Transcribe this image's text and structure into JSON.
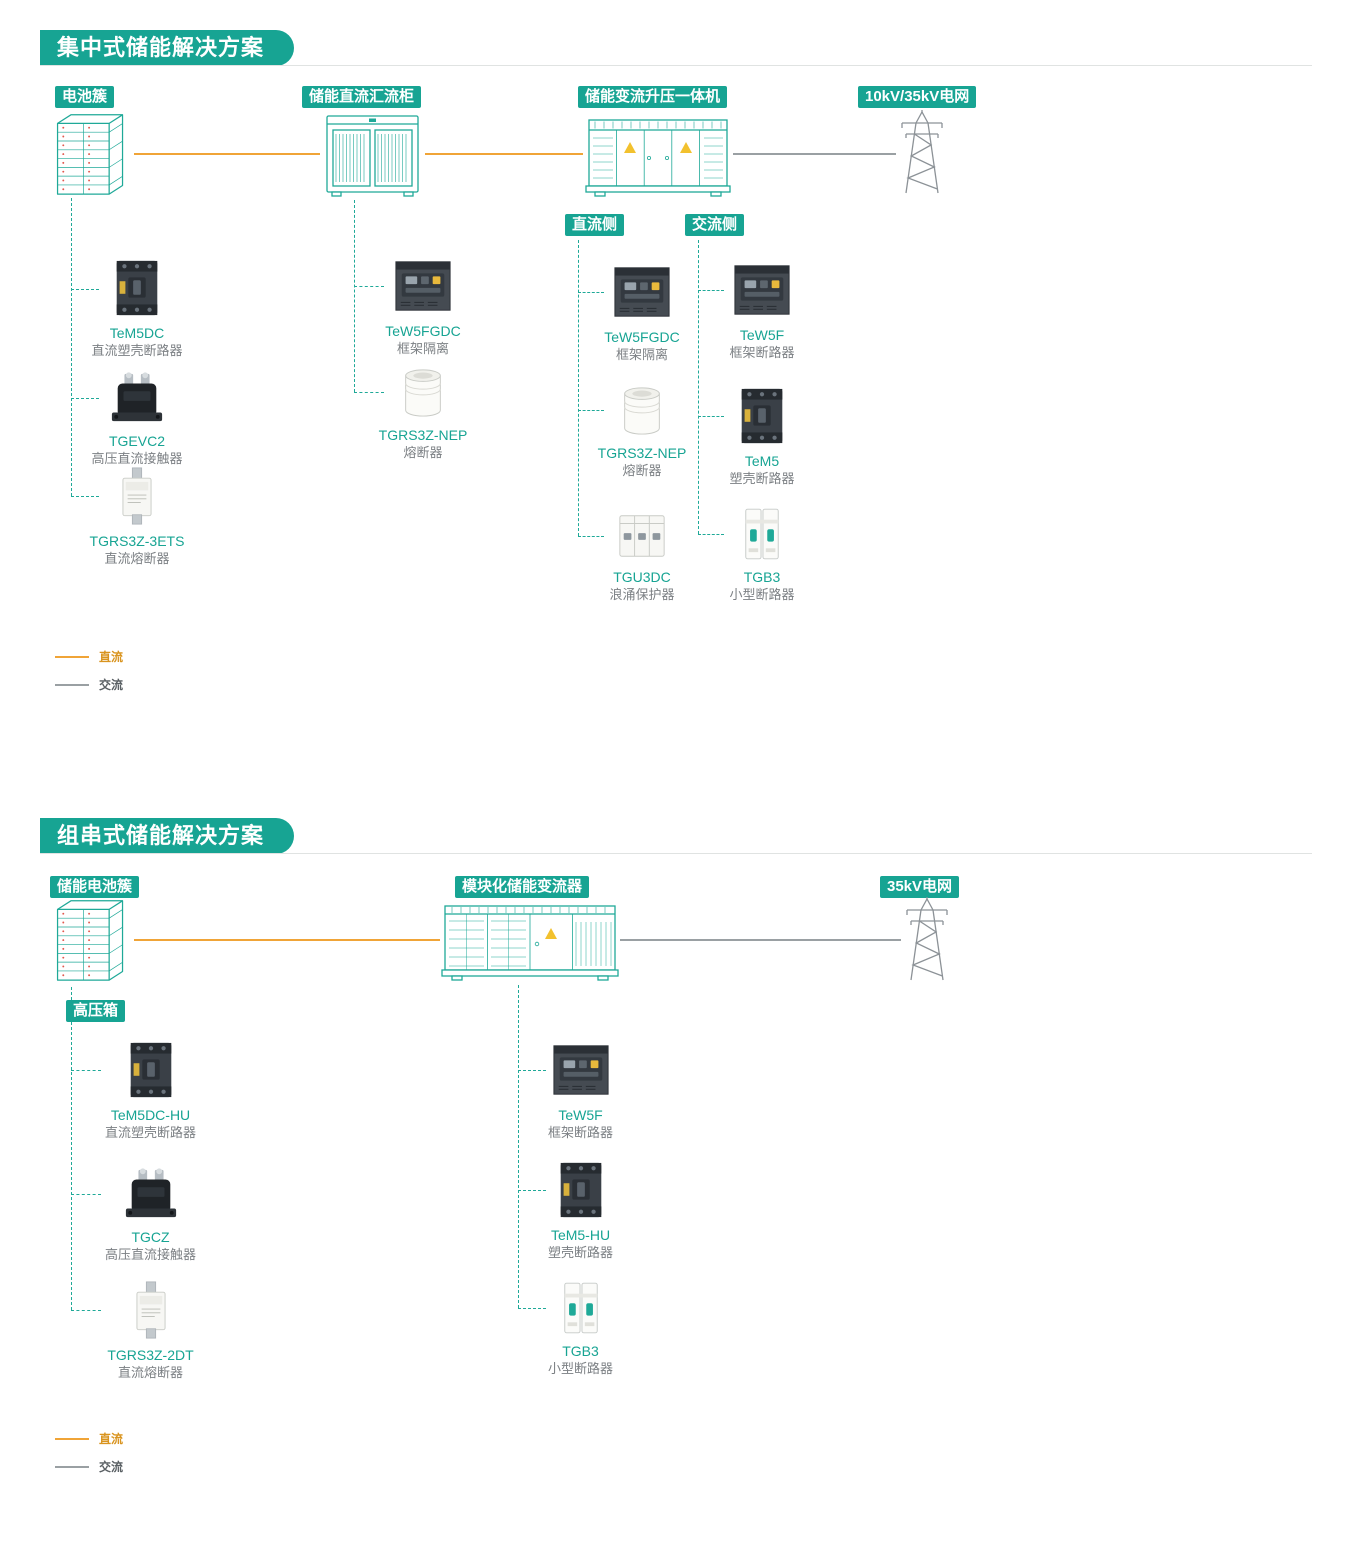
{
  "colors": {
    "teal": "#17a493",
    "orange": "#f0a437",
    "gray_line": "#9aa0a3",
    "warning_yellow": "#f2c12e"
  },
  "legend": {
    "dc": "直流",
    "ac": "交流"
  },
  "s1": {
    "title": "集中式储能解决方案",
    "node_battery": "电池簇",
    "node_combiner": "储能直流汇流柜",
    "node_pcs": "储能变流升压一体机",
    "node_grid": "10kV/35kV电网",
    "branch_dc": "直流侧",
    "branch_ac": "交流侧",
    "battery_products": [
      {
        "name": "TeM5DC",
        "desc": "直流塑壳断路器"
      },
      {
        "name": "TGEVC2",
        "desc": "高压直流接触器"
      },
      {
        "name": "TGRS3Z-3ETS",
        "desc": "直流熔断器"
      }
    ],
    "combiner_products": [
      {
        "name": "TeW5FGDC",
        "desc": "框架隔离"
      },
      {
        "name": "TGRS3Z-NEP",
        "desc": "熔断器"
      }
    ],
    "dc_side_products": [
      {
        "name": "TeW5FGDC",
        "desc": "框架隔离"
      },
      {
        "name": "TGRS3Z-NEP",
        "desc": "熔断器"
      },
      {
        "name": "TGU3DC",
        "desc": "浪涌保护器"
      }
    ],
    "ac_side_products": [
      {
        "name": "TeW5F",
        "desc": "框架断路器"
      },
      {
        "name": "TeM5",
        "desc": "塑壳断路器"
      },
      {
        "name": "TGB3",
        "desc": "小型断路器"
      }
    ]
  },
  "s2": {
    "title": "组串式储能解决方案",
    "node_battery": "储能电池簇",
    "node_pcs": "模块化储能变流器",
    "node_grid": "35kV电网",
    "hv_box": "高压箱",
    "battery_products": [
      {
        "name": "TeM5DC-HU",
        "desc": "直流塑壳断路器"
      },
      {
        "name": "TGCZ",
        "desc": "高压直流接触器"
      },
      {
        "name": "TGRS3Z-2DT",
        "desc": "直流熔断器"
      }
    ],
    "pcs_products": [
      {
        "name": "TeW5F",
        "desc": "框架断路器"
      },
      {
        "name": "TeM5-HU",
        "desc": "塑壳断路器"
      },
      {
        "name": "TGB3",
        "desc": "小型断路器"
      }
    ]
  }
}
